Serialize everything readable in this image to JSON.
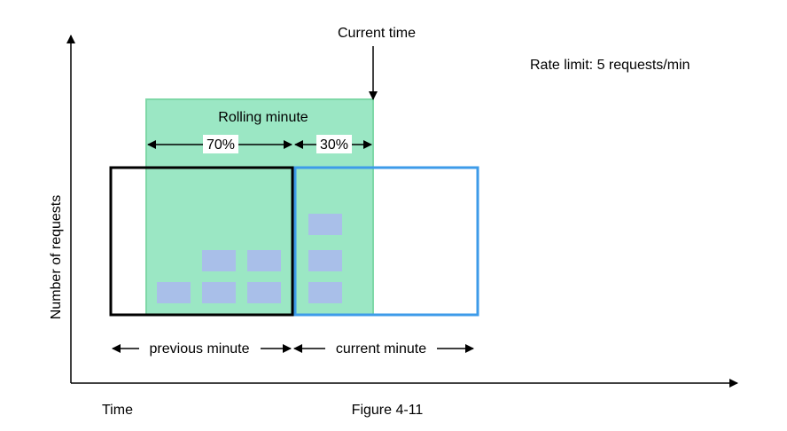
{
  "labels": {
    "current_time": "Current time",
    "rate_limit": "Rate limit: 5 requests/min",
    "rolling_minute": "Rolling minute",
    "pct_previous": "70%",
    "pct_current": "30%",
    "y_axis": "Number of requests",
    "x_axis": "Time",
    "previous_minute": "previous minute",
    "current_minute": "current minute",
    "figure": "Figure 4-11"
  },
  "colors": {
    "rolling_fill": "#9be7c4",
    "rolling_stroke": "#7fd8a8",
    "request_block": "#a9bfe9",
    "previous_window": "#000000",
    "current_window": "#3d9be9",
    "axis": "#000000"
  }
}
